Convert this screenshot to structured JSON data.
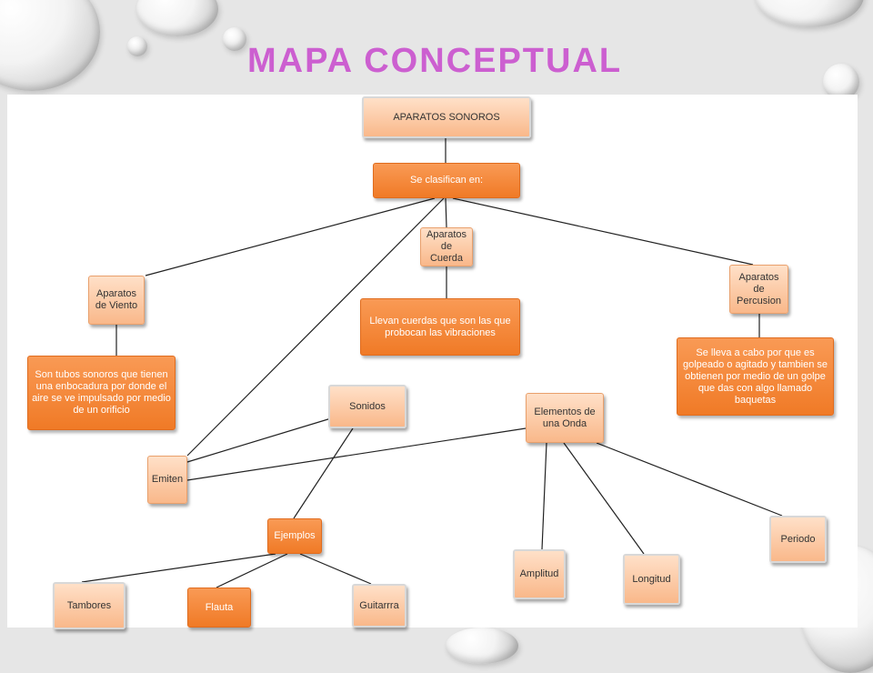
{
  "title": "MAPA CONCEPTUAL",
  "nodes": {
    "aparatos_sonoros": "APARATOS SONOROS",
    "se_clasifican": "Se clasifican en:",
    "aparatos_viento": "Aparatos de Viento",
    "aparatos_cuerda": "Aparatos de Cuerda",
    "aparatos_percusion": "Aparatos de Percusion",
    "viento_desc": "Son tubos sonoros que tienen una enbocadura por donde el aire se ve impulsado por medio de un orificio",
    "cuerda_desc": "Llevan cuerdas que son las que probocan las vibraciones",
    "percusion_desc": "Se lleva a cabo por que es golpeado o agitado y tambien se obtienen por medio de un golpe que das con algo llamado baquetas",
    "sonidos": "Sonidos",
    "elementos_onda": "Elementos de una Onda",
    "emiten": "Emiten",
    "ejemplos": "Ejemplos",
    "periodo": "Periodo",
    "amplitud": "Amplitud",
    "longitud": "Longitud",
    "tambores": "Tambores",
    "flauta": "Flauta",
    "guitarra": "Guitarrra"
  },
  "colors": {
    "title": "#cc5fd0",
    "node_light": "#f9b88a",
    "node_strong": "#f07a26",
    "line": "#222222"
  }
}
